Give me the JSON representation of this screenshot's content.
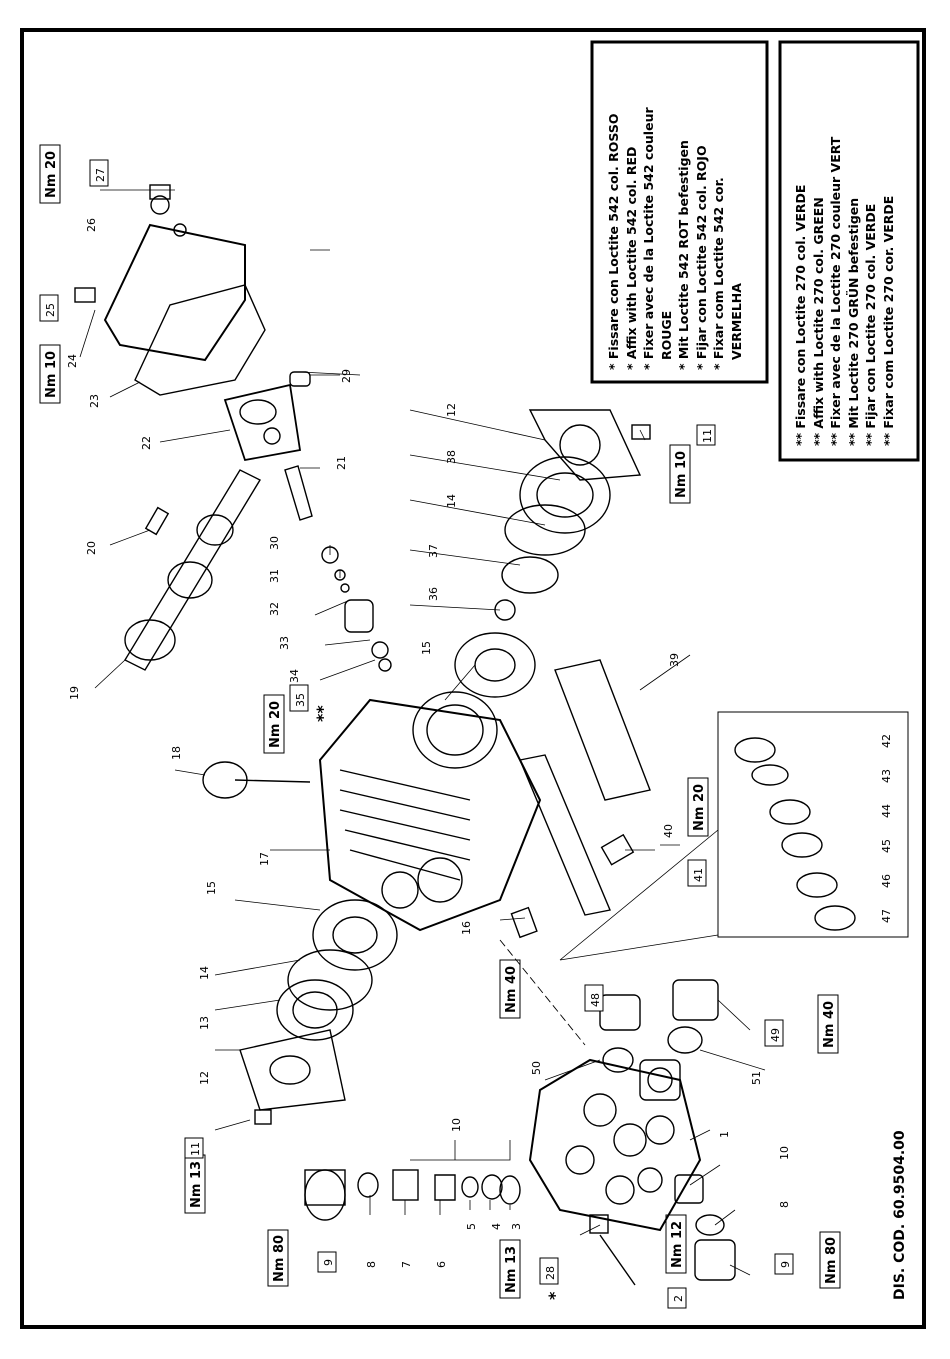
{
  "drawing_code": "DIS. COD. 60.9504.00",
  "notes": {
    "single_star": [
      "* Fissare con Loctite 542 col. ROSSO",
      "* Affix with Loctite 542 col. RED",
      "* Fixer avec de la Loctite 542 couleur",
      "ROUGE",
      "* Mit Loctite 542 ROT befestigen",
      "* Fijar con Loctite 542 col. ROJO",
      "* Fixar com Loctite 542 cor.",
      "VERMELHA"
    ],
    "double_star": [
      "** Fissare con Loctite 270 col. VERDE",
      "** Affix with Loctite 270 col. GREEN",
      "** Fixer avec de la Loctite 270 couleur VERT",
      "** Mit Loctite 270 GRÜN befestigen",
      "** Fijar con Loctite 270 col. VERDE",
      "** Fixar com Loctite 270 cor. VERDE"
    ]
  },
  "torque_labels": {
    "nm80_a": "Nm 80",
    "nm80_b": "Nm 80",
    "nm13_a": "Nm 13",
    "nm13_b": "Nm 13",
    "nm12": "Nm 12",
    "nm40_a": "Nm 40",
    "nm40_b": "Nm 40",
    "nm20_a": "Nm 20",
    "nm20_b": "Nm 20",
    "nm20_c": "Nm 20",
    "nm10_a": "Nm 10",
    "nm10_b": "Nm 10"
  },
  "boxed_parts": {
    "p9a": "9",
    "p9b": "9",
    "p11a": "11",
    "p11b": "11",
    "p28": "28",
    "p2": "2",
    "p48": "48",
    "p49": "49",
    "p41": "41",
    "p35": "35",
    "p25": "25",
    "p27": "27"
  },
  "part_numbers": {
    "n1": "1",
    "n3": "3",
    "n4": "4",
    "n5": "5",
    "n6": "6",
    "n7": "7",
    "n8a": "8",
    "n8b": "8",
    "n10a": "10",
    "n10b": "10",
    "n12a": "12",
    "n12b": "12",
    "n13": "13",
    "n14a": "14",
    "n14b": "14",
    "n15a": "15",
    "n15b": "15",
    "n16": "16",
    "n17": "17",
    "n18": "18",
    "n19": "19",
    "n20": "20",
    "n21": "21",
    "n22": "22",
    "n23": "23",
    "n24": "24",
    "n26": "26",
    "n29": "29",
    "n30": "30",
    "n31": "31",
    "n32": "32",
    "n33": "33",
    "n34": "34",
    "n36": "36",
    "n37": "37",
    "n38": "38",
    "n39": "39",
    "n40": "40",
    "n42": "42",
    "n43": "43",
    "n44": "44",
    "n45": "45",
    "n46": "46",
    "n47": "47",
    "n50": "50",
    "n51": "51"
  },
  "markers": {
    "star_28": "*",
    "star_35": "**"
  }
}
